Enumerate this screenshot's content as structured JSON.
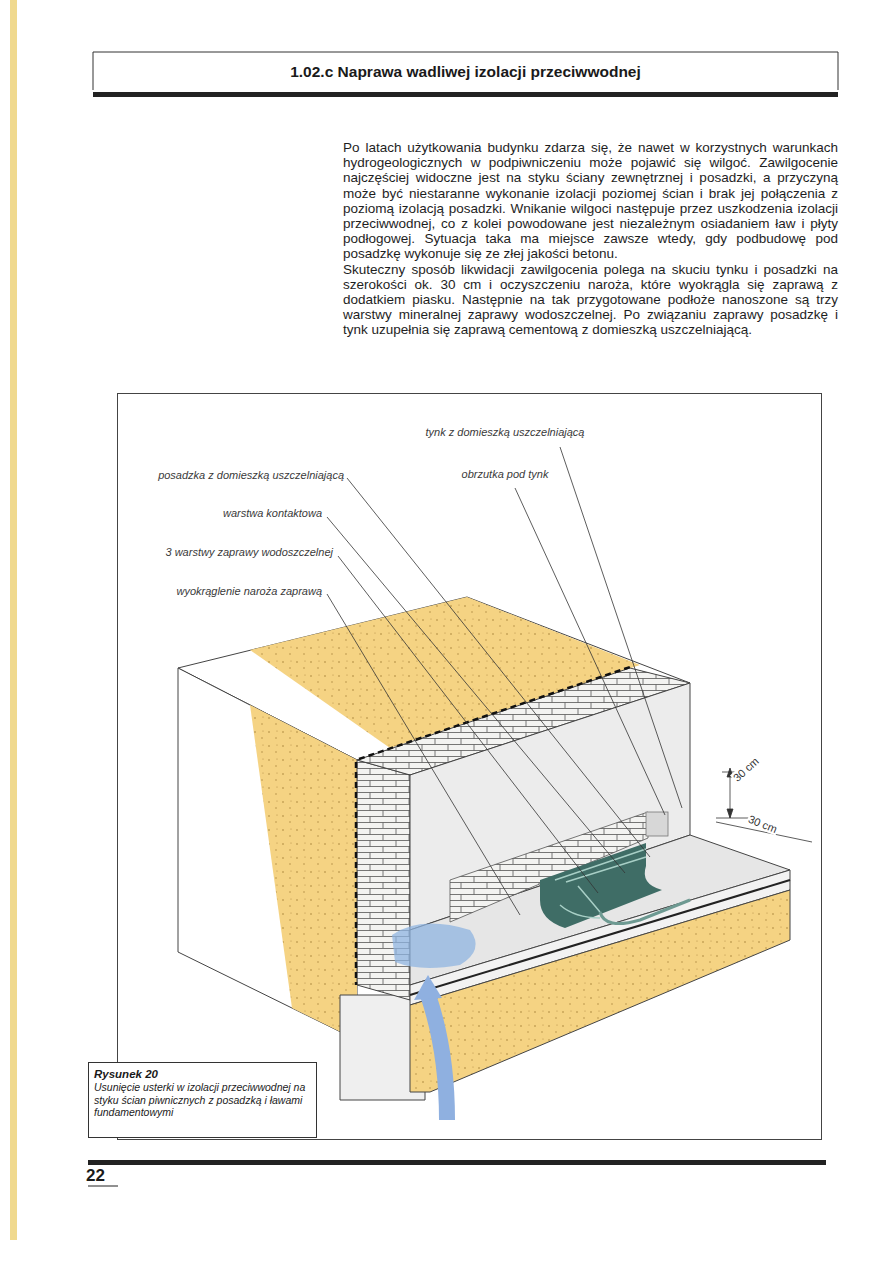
{
  "diagram": {
    "title": "1.02.c Naprawa wadliwej izolacji przeciwwodnej",
    "caption": "Usunięcie usterki w izolacji przeciwwodnej na styku ścian piwnicznych z posadzką i ławami fundamentowymi",
    "labels": [
      "Po latach użytkowania budynku zdarza się, że nawet w korzystnych warunkach hydrogeologicznych w podpiwniczeniu może pojawić się wilgoć. Zawilgocenie najczęściej widoczne jest na styku ściany zewnętrznej i posadzki, a przyczyną może być niestaranne wykonanie izolacji poziomej ścian i brak jej połączenia z poziomą izolacją posadzki. Wnikanie wilgoci następuje przez uszkodzenia izolacji przeciwwodnej, co z kolei powodowane jest niezależnym osiadaniem ław i płyty podłogowej. Sytuacja taka ma miejsce zawsze wtedy, gdy podbudowę pod posadzkę wykonuje się ze złej jakości betonu.",
      "Skuteczny sposób likwidacji zawilgocenia polega na skuciu tynku i posadzki na szerokości ok. 30 cm i oczyszczeniu naroża, które wyokrągla się zaprawą z dodatkiem piasku. Następnie na tak przygotowane podłoże nanoszone są trzy warstwy mineralnej zaprawy wodoszczelnej. Po związaniu zaprawy posadzkę i tynk uzupełnia się zaprawą cementową z domieszką uszczelniającą.",
      "tynk z domieszką uszczelniającą",
      "obrzutka pod tynk",
      "posadzka z domieszką uszczelniającą",
      "warstwa kontaktowa",
      "3 warstwy zaprawy wodoszczelnej",
      "wyokrąglenie naroża zaprawą",
      "30 cm",
      "30 cm",
      "Rysunek 20",
      "22"
    ]
  }
}
